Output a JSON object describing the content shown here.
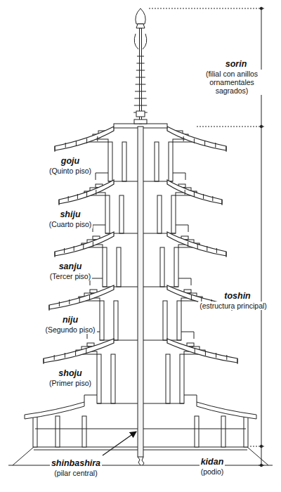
{
  "diagram": {
    "labels": [
      "sorin",
      "(filial con anillos ornamentales sagrados)",
      "goju",
      "(Quinto piso)",
      "shiju",
      "(Cuarto piso)",
      "sanju",
      "(Tercer piso)",
      "niju",
      "(Segundo piso)",
      "shoju",
      "(Primer piso)",
      "toshin",
      "(estructura principal)",
      "shinbashira",
      "(pilar central)",
      "kidan",
      "(podio)"
    ]
  }
}
